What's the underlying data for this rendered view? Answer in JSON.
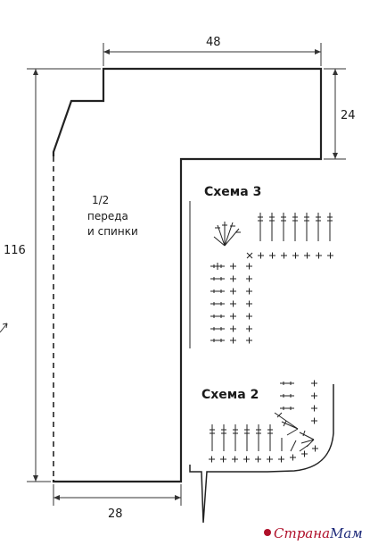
{
  "dimensions": {
    "top_width": "48",
    "right_height": "24",
    "total_height": "116",
    "bottom_width": "28"
  },
  "piece_label": [
    "1/2",
    "переда",
    "и спинки"
  ],
  "schemes": {
    "scheme3": "Схема 3",
    "scheme2": "Схема 2"
  },
  "watermark": {
    "part1": "Страна",
    "part2": "Мам"
  },
  "colors": {
    "line": "#222222",
    "watermark_red": "#b0102a",
    "watermark_blue": "#1e2a7a"
  }
}
